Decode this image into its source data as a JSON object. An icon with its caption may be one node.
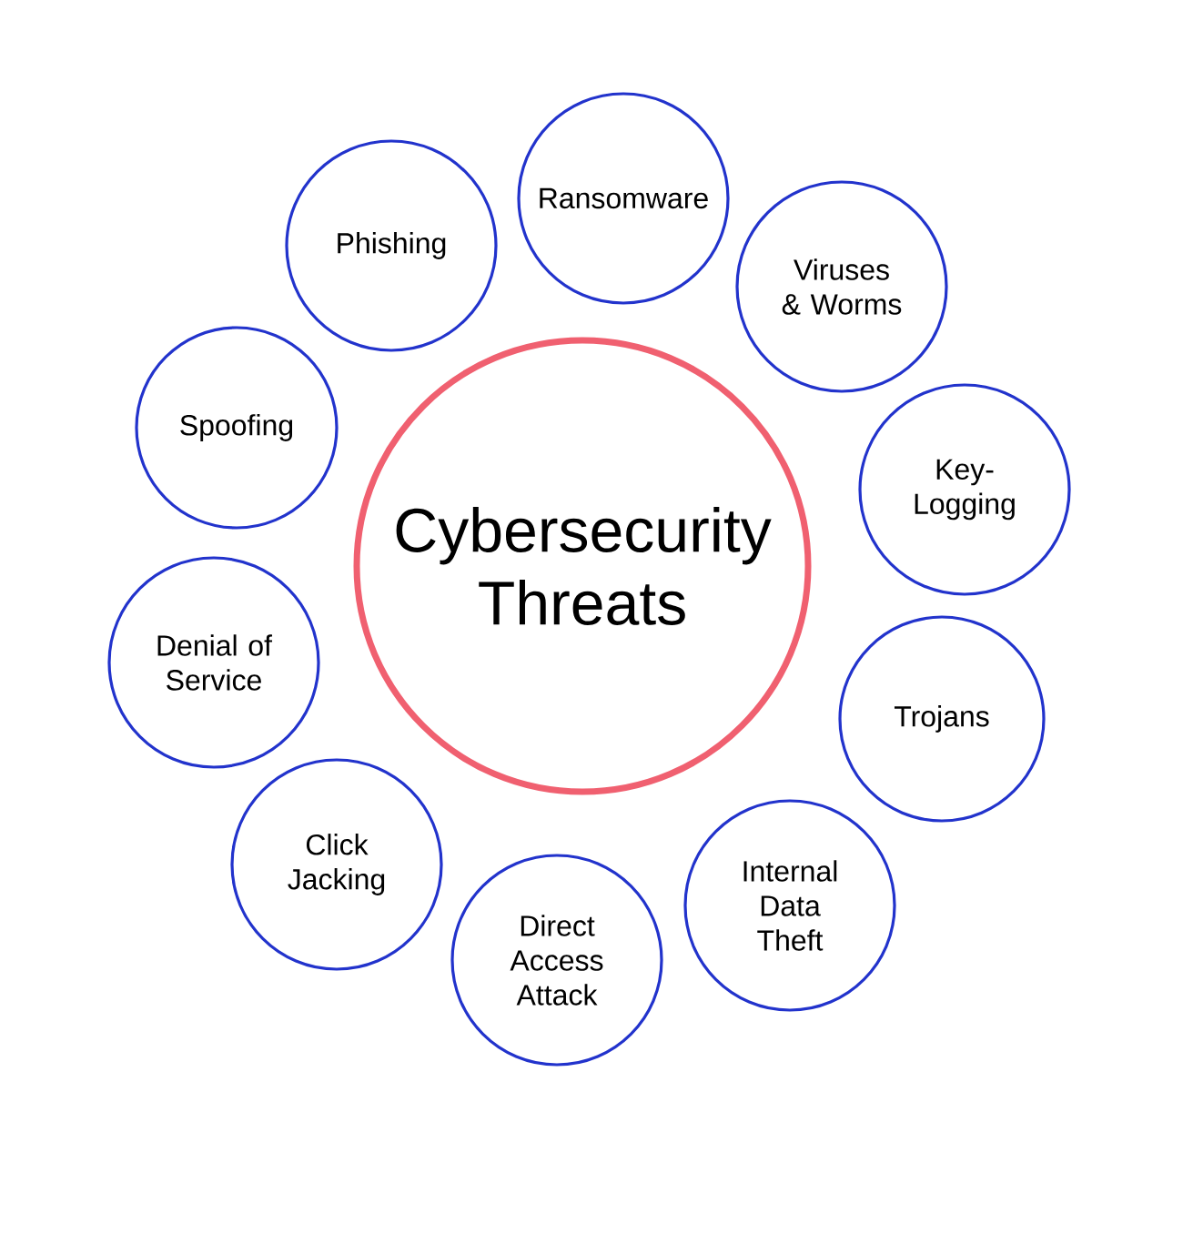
{
  "diagram": {
    "nodes": [
      {
        "text": [
          "Cybersecurity Threats"
        ]
      },
      {
        "text": [
          "Ransomware"
        ]
      },
      {
        "text": [
          "Viruses & Worms"
        ]
      },
      {
        "text": [
          "Key-Logging"
        ]
      },
      {
        "text": [
          "Trojans"
        ]
      },
      {
        "text": [
          "Internal Data Theft"
        ]
      },
      {
        "text": [
          "Direct Access Attack"
        ]
      },
      {
        "text": [
          "Click Jacking"
        ]
      },
      {
        "text": [
          "Denial of Service"
        ]
      },
      {
        "text": [
          "Spoofing"
        ]
      },
      {
        "text": [
          "Phishing"
        ]
      }
    ]
  }
}
